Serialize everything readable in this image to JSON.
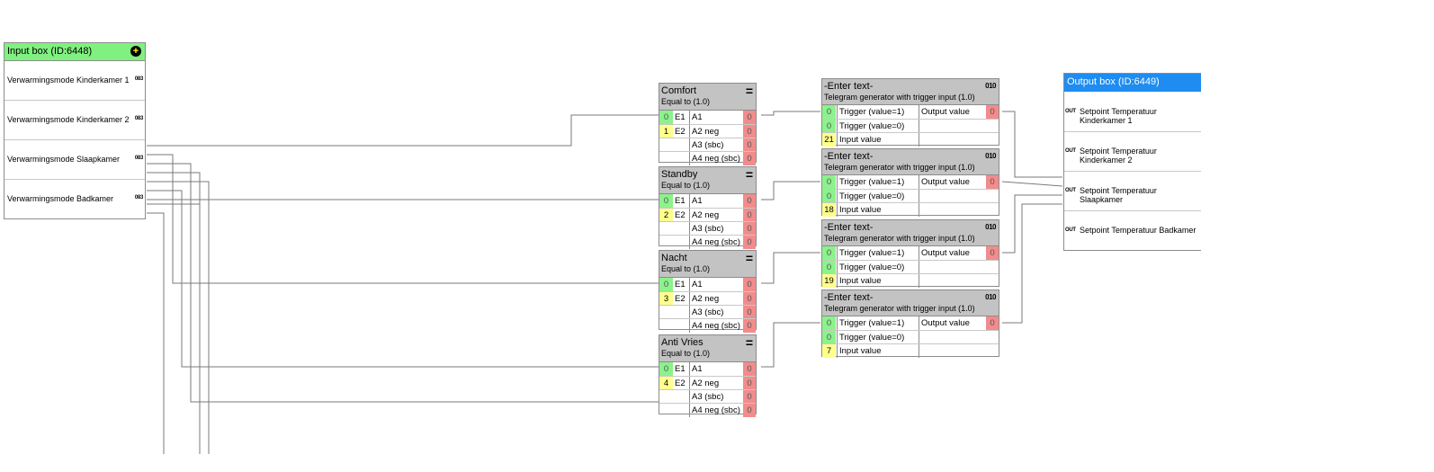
{
  "input_box": {
    "title": "Input box (ID:6448)",
    "add_symbol": "+",
    "tag": "083",
    "items": [
      "Verwarmingsmode Kinderkamer 1",
      "Verwarmingsmode Kinderkamer 2",
      "Verwarmingsmode Slaapkamer",
      "Verwarmingsmode Badkamer"
    ]
  },
  "compare_blocks": [
    {
      "name": "Comfort",
      "type": "Equal to (1.0)",
      "symbol": "=",
      "e1_value": "0",
      "e1": "E1",
      "e2_value": "1",
      "e2": "E2",
      "outputs": [
        {
          "label": "A1",
          "value": "0"
        },
        {
          "label": "A2 neg",
          "value": "0"
        },
        {
          "label": "A3 (sbc)",
          "value": "0"
        },
        {
          "label": "A4 neg (sbc)",
          "value": "0"
        }
      ]
    },
    {
      "name": "Standby",
      "type": "Equal to (1.0)",
      "symbol": "=",
      "e1_value": "0",
      "e1": "E1",
      "e2_value": "2",
      "e2": "E2",
      "outputs": [
        {
          "label": "A1",
          "value": "0"
        },
        {
          "label": "A2 neg",
          "value": "0"
        },
        {
          "label": "A3 (sbc)",
          "value": "0"
        },
        {
          "label": "A4 neg (sbc)",
          "value": "0"
        }
      ]
    },
    {
      "name": "Nacht",
      "type": "Equal to (1.0)",
      "symbol": "=",
      "e1_value": "0",
      "e1": "E1",
      "e2_value": "3",
      "e2": "E2",
      "outputs": [
        {
          "label": "A1",
          "value": "0"
        },
        {
          "label": "A2 neg",
          "value": "0"
        },
        {
          "label": "A3 (sbc)",
          "value": "0"
        },
        {
          "label": "A4 neg (sbc)",
          "value": "0"
        }
      ]
    },
    {
      "name": "Anti Vries",
      "type": "Equal to (1.0)",
      "symbol": "=",
      "e1_value": "0",
      "e1": "E1",
      "e2_value": "4",
      "e2": "E2",
      "outputs": [
        {
          "label": "A1",
          "value": "0"
        },
        {
          "label": "A2 neg",
          "value": "0"
        },
        {
          "label": "A3 (sbc)",
          "value": "0"
        },
        {
          "label": "A4 neg (sbc)",
          "value": "0"
        }
      ]
    }
  ],
  "telegram_blocks": [
    {
      "name": "-Enter text-",
      "type": "Telegram generator with trigger input (1.0)",
      "symbol": "010",
      "trig1_value": "0",
      "trig1": "Trigger (value=1)",
      "trig0_value": "0",
      "trig0": "Trigger (value=0)",
      "input_value": "21",
      "input_label": "Input value",
      "output_label": "Output value",
      "output_value": "0"
    },
    {
      "name": "-Enter text-",
      "type": "Telegram generator with trigger input (1.0)",
      "symbol": "010",
      "trig1_value": "0",
      "trig1": "Trigger (value=1)",
      "trig0_value": "0",
      "trig0": "Trigger (value=0)",
      "input_value": "18",
      "input_label": "Input value",
      "output_label": "Output value",
      "output_value": "0"
    },
    {
      "name": "-Enter text-",
      "type": "Telegram generator with trigger input (1.0)",
      "symbol": "010",
      "trig1_value": "0",
      "trig1": "Trigger (value=1)",
      "trig0_value": "0",
      "trig0": "Trigger (value=0)",
      "input_value": "19",
      "input_label": "Input value",
      "output_label": "Output value",
      "output_value": "0"
    },
    {
      "name": "-Enter text-",
      "type": "Telegram generator with trigger input (1.0)",
      "symbol": "010",
      "trig1_value": "0",
      "trig1": "Trigger (value=1)",
      "trig0_value": "0",
      "trig0": "Trigger (value=0)",
      "input_value": "7",
      "input_label": "Input value",
      "output_label": "Output value",
      "output_value": "0"
    }
  ],
  "output_box": {
    "title": "Output box (ID:6449)",
    "tag": "OUT",
    "items": [
      "Setpoint Temperatuur Kinderkamer 1",
      "Setpoint Temperatuur Kinderkamer 2",
      "Setpoint Temperatuur Slaapkamer",
      "Setpoint Temperatuur Badkamer"
    ]
  },
  "colors": {
    "header": "#c3c3c3",
    "input_header": "#80f080",
    "output_header": "#1e8cf0",
    "green": "#8cf28c",
    "yellow": "#ffff8c",
    "red": "#f28c8c",
    "wire": "#7a7a7a"
  }
}
